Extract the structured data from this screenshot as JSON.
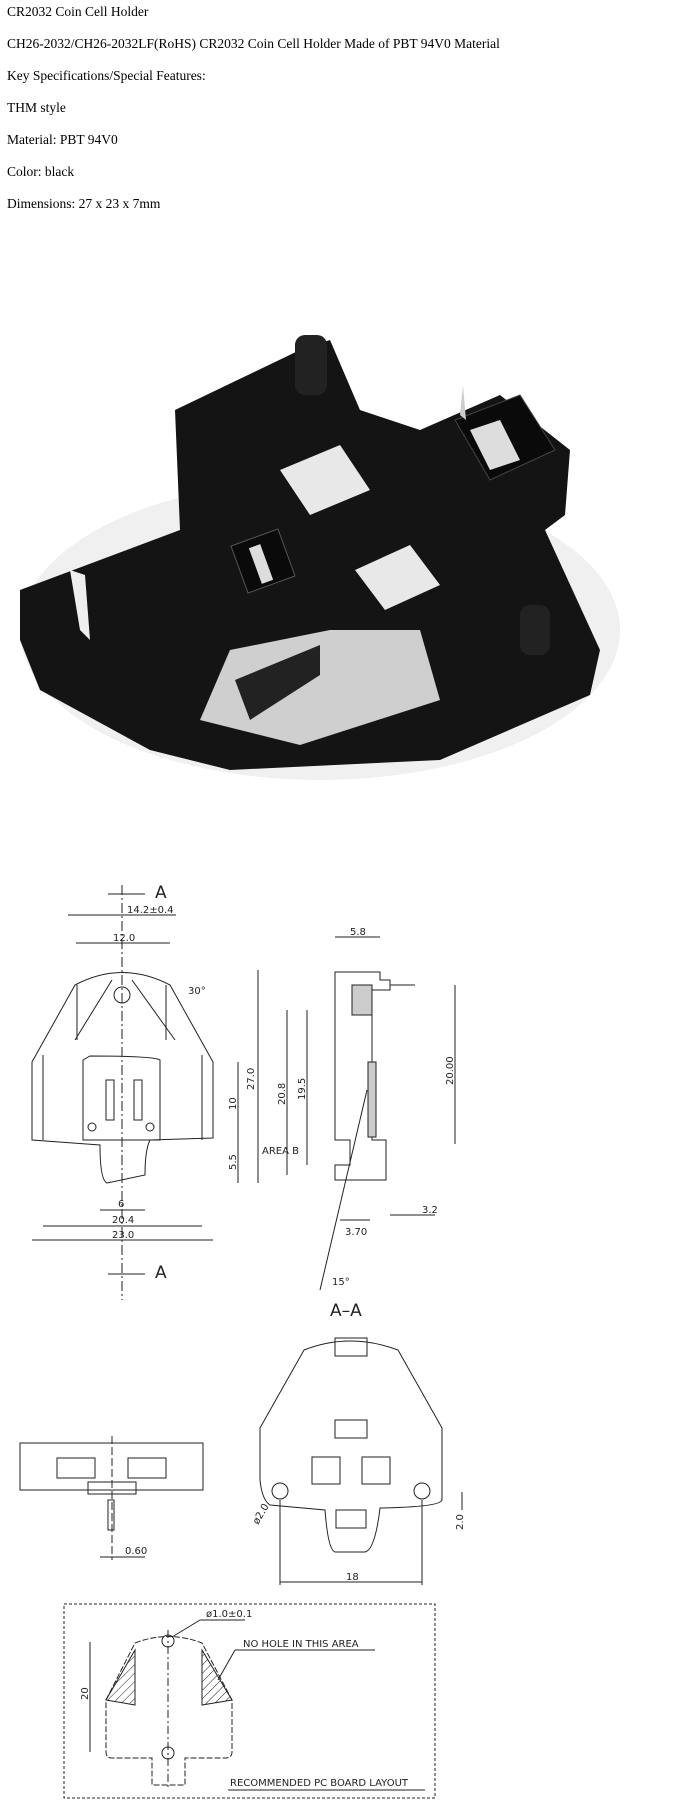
{
  "title": "CR2032 Coin Cell Holder",
  "description": "CH26-2032/CH26-2032LF(RoHS) CR2032 Coin Cell Holder Made of PBT 94V0 Material",
  "features_heading": "Key Specifications/Special Features:",
  "specs": [
    "THM style",
    "Material: PBT 94V0",
    "Color: black",
    "Dimensions: 27 x 23 x 7mm"
  ],
  "drawing": {
    "section_mark": "A",
    "section_title": "A–A",
    "dims": {
      "d14": "14.2±0.4",
      "d12": "12.0",
      "angle30": "30°",
      "d27": "27.0",
      "d10": "10",
      "d55": "5.5",
      "d6": "6",
      "d204": "20.4",
      "d23": "23.0",
      "d58": "5.8",
      "d2000": "20.00",
      "d208": "20.8",
      "d195": "19.5",
      "area_b": "AREA  B",
      "d32": "3.2",
      "d370": "3.70",
      "angle15": "15°",
      "d060": "0.60",
      "phi2": "ø2.0",
      "d20v": "2.0",
      "d18": "18",
      "phi1": "ø1.0±0.1",
      "d20": "20"
    },
    "no_hole_note": "NO HOLE IN THIS AREA",
    "pcb_caption": "RECOMMENDED PC BOARD LAYOUT"
  }
}
